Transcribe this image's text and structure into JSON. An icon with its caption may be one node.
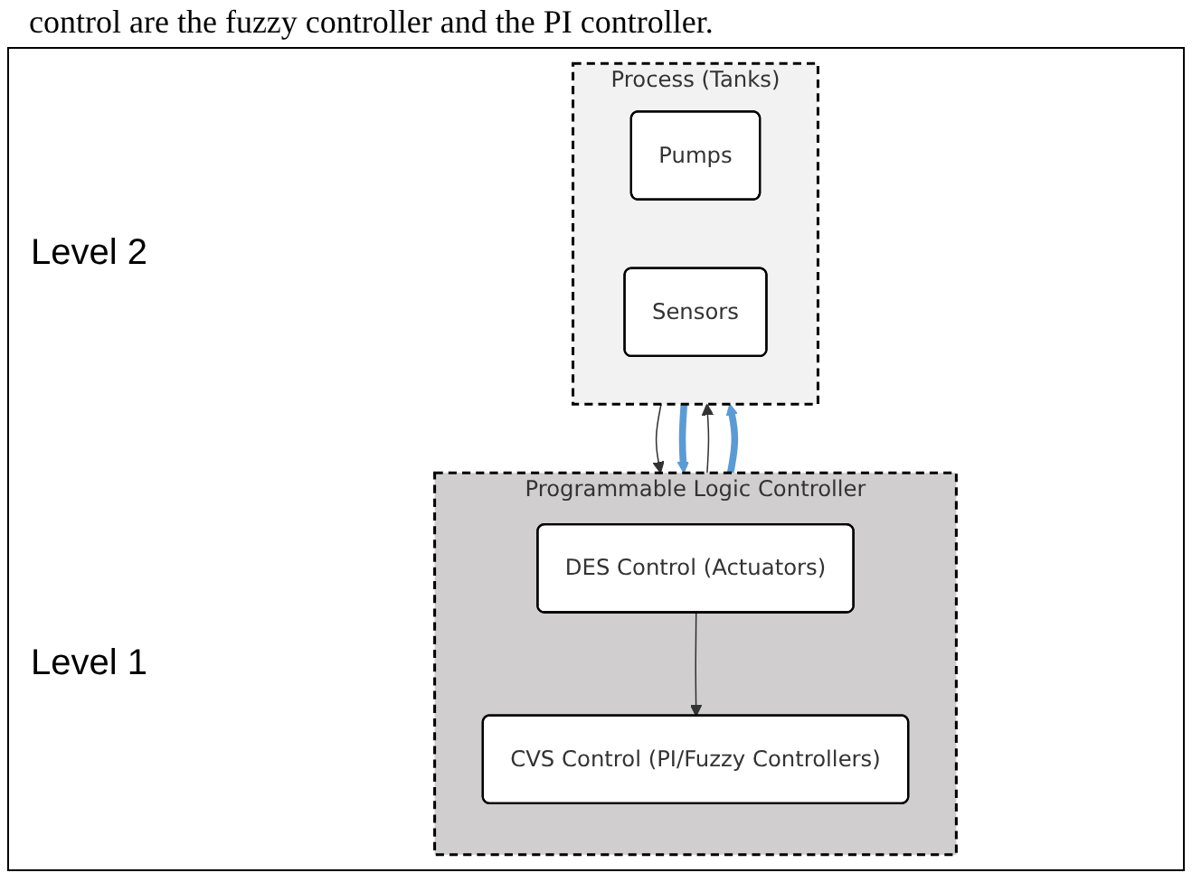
{
  "diagram": {
    "nodes": [
      {
        "text": [
          "Programmable Logic Controller"
        ]
      },
      {
        "text": [
          "DES Control (Actuators)"
        ],
        "in": 0
      },
      {
        "text": [
          "CVS Control (PI/Fuzzy Controllers)"
        ],
        "in": 0
      },
      {
        "text": [
          "Process (Tanks)"
        ]
      },
      {
        "text": [
          "Pumps"
        ],
        "in": 3
      },
      {
        "text": [
          "Sensors"
        ],
        "in": 3
      }
    ],
    "edges": [
      {
        "from": 1,
        "to": 2,
        "arrow": "to"
      },
      {
        "from": 0,
        "to": 3,
        "arrow": "to"
      },
      {
        "from": 3,
        "to": 0,
        "arrow": "to"
      },
      {
        "from": 3,
        "to": 0,
        "arrow": "to",
        "style": "thick",
        "color": "#5b9bd5"
      },
      {
        "from": 0,
        "to": 3,
        "arrow": "to",
        "style": "thick",
        "color": "#5b9bd5"
      }
    ],
    "labels": [
      "control are the fuzzy controller and the PI controller.",
      "Level 2",
      "Level 1"
    ]
  }
}
